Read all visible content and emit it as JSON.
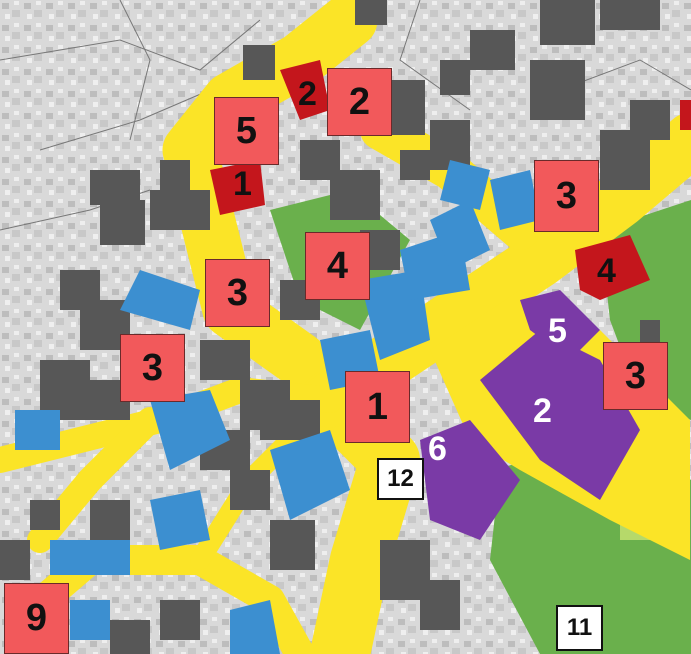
{
  "colors": {
    "road": "#fbe427",
    "building_dark": "#575757",
    "building_blue": "#3c8fd0",
    "building_red": "#c4161c",
    "building_purple": "#7a3aa6",
    "green_area": "#6ab04c",
    "label_fill": "#f2595b"
  },
  "labels": {
    "red": [
      "5",
      "2",
      "3",
      "4",
      "3",
      "3",
      "1",
      "3",
      "9"
    ],
    "boxed": [
      "12",
      "11"
    ]
  },
  "building_numbers": {
    "red_buildings": [
      "2",
      "1",
      "4"
    ],
    "purple_buildings": [
      "5",
      "2",
      "6"
    ]
  }
}
